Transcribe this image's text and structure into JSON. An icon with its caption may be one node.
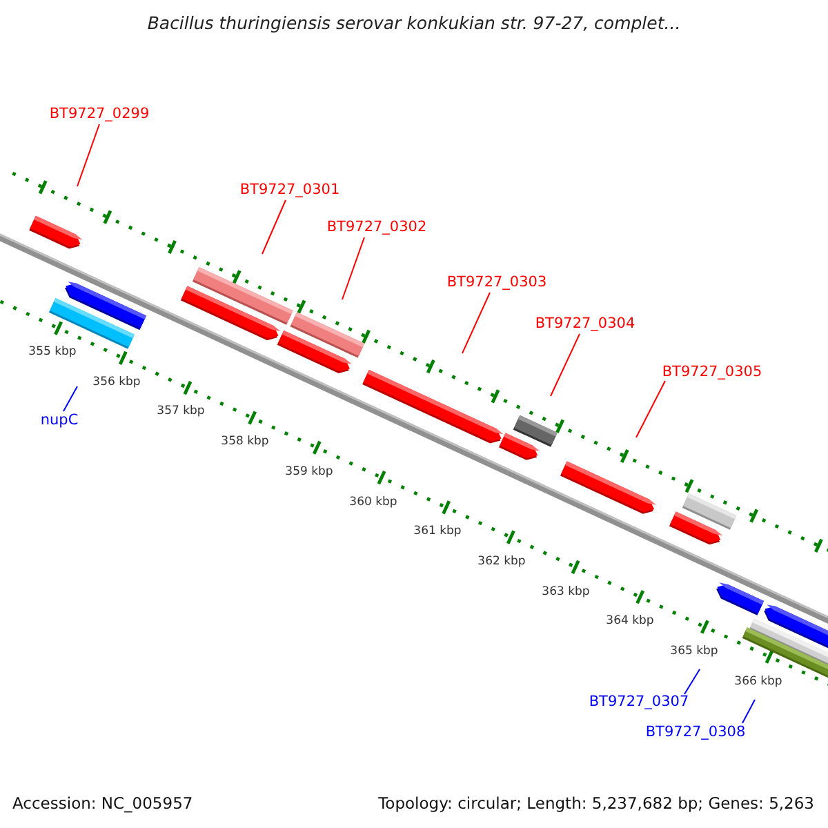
{
  "diagram": {
    "title": "Bacillus thuringiensis serovar konkukian str. 97-27, complet...",
    "nodes": [
      {
        "text": [
          "BT9727_0299"
        ]
      },
      {
        "text": [
          "BT9727_0301"
        ]
      },
      {
        "text": [
          "BT9727_0302"
        ]
      },
      {
        "text": [
          "BT9727_0303"
        ]
      },
      {
        "text": [
          "BT9727_0304"
        ]
      },
      {
        "text": [
          "BT9727_0305"
        ]
      },
      {
        "text": [
          "nupC"
        ]
      },
      {
        "text": [
          "BT9727_0307"
        ]
      },
      {
        "text": [
          "BT9727_0308"
        ]
      }
    ],
    "edges": [
      {
        "from": 0,
        "to": null,
        "arrow": "none"
      },
      {
        "from": 1,
        "to": null,
        "arrow": "none"
      },
      {
        "from": 2,
        "to": null,
        "arrow": "none"
      },
      {
        "from": 3,
        "to": null,
        "arrow": "none"
      },
      {
        "from": 4,
        "to": null,
        "arrow": "none"
      },
      {
        "from": 5,
        "to": null,
        "arrow": "none"
      },
      {
        "from": 6,
        "to": null,
        "arrow": "none",
        "color": "#0000ff"
      },
      {
        "from": 7,
        "to": null,
        "arrow": "none",
        "color": "#0000ff"
      },
      {
        "from": 8,
        "to": null,
        "arrow": "none",
        "color": "#0000ff"
      }
    ],
    "labels": [
      "355 kbp",
      "356 kbp",
      "357 kbp",
      "358 kbp",
      "359 kbp",
      "360 kbp",
      "361 kbp",
      "362 kbp",
      "363 kbp",
      "364 kbp",
      "365 kbp",
      "366 kbp",
      "Accession: NC_005957",
      "Topology: circular; Length: 5,237,682 bp; Genes: 5,263"
    ]
  }
}
